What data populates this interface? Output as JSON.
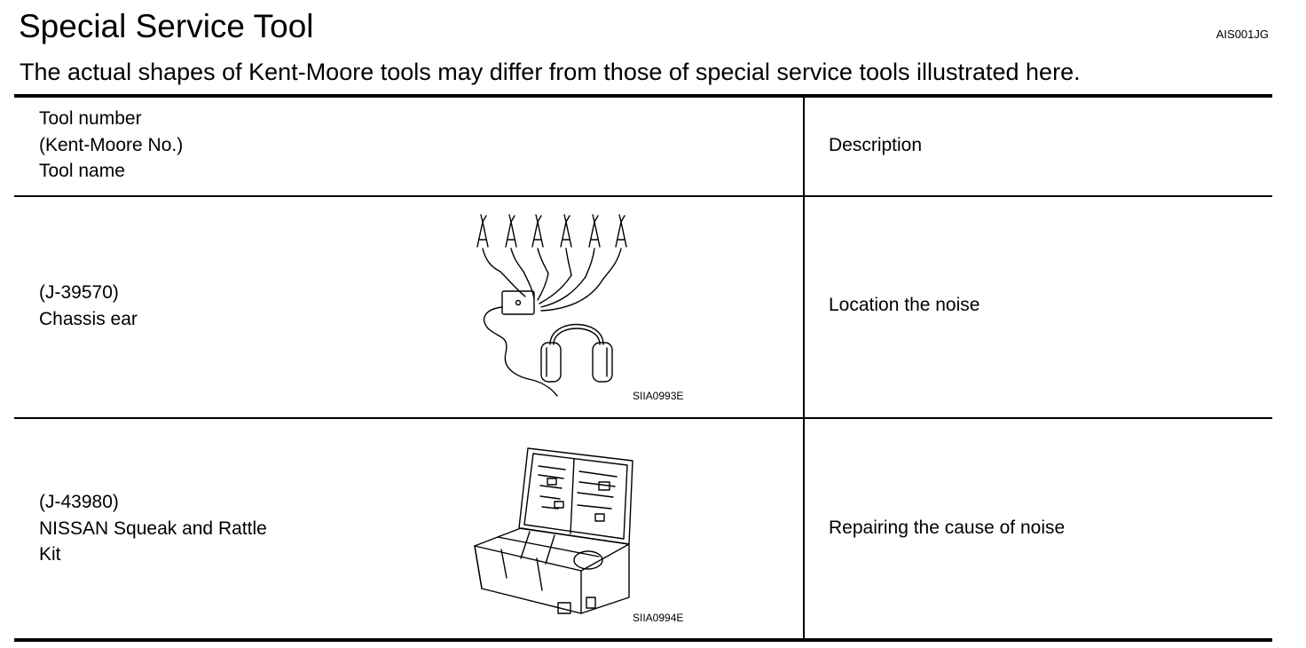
{
  "page": {
    "title": "Special Service Tool",
    "code": "AIS001JG",
    "subtitle": "The actual shapes of Kent-Moore tools may differ from those of special service tools illustrated here."
  },
  "table": {
    "header": {
      "tool_lines": [
        "Tool number",
        "(Kent-Moore No.)",
        "Tool name"
      ],
      "description": "Description"
    },
    "rows": [
      {
        "tool_lines": [
          "(J-39570)",
          "Chassis ear"
        ],
        "figure_code": "SIIA0993E",
        "description": "Location the noise"
      },
      {
        "tool_lines": [
          "(J-43980)",
          "NISSAN Squeak and Rattle",
          "Kit"
        ],
        "figure_code": "SIIA0994E",
        "description": "Repairing the cause of noise"
      }
    ]
  }
}
